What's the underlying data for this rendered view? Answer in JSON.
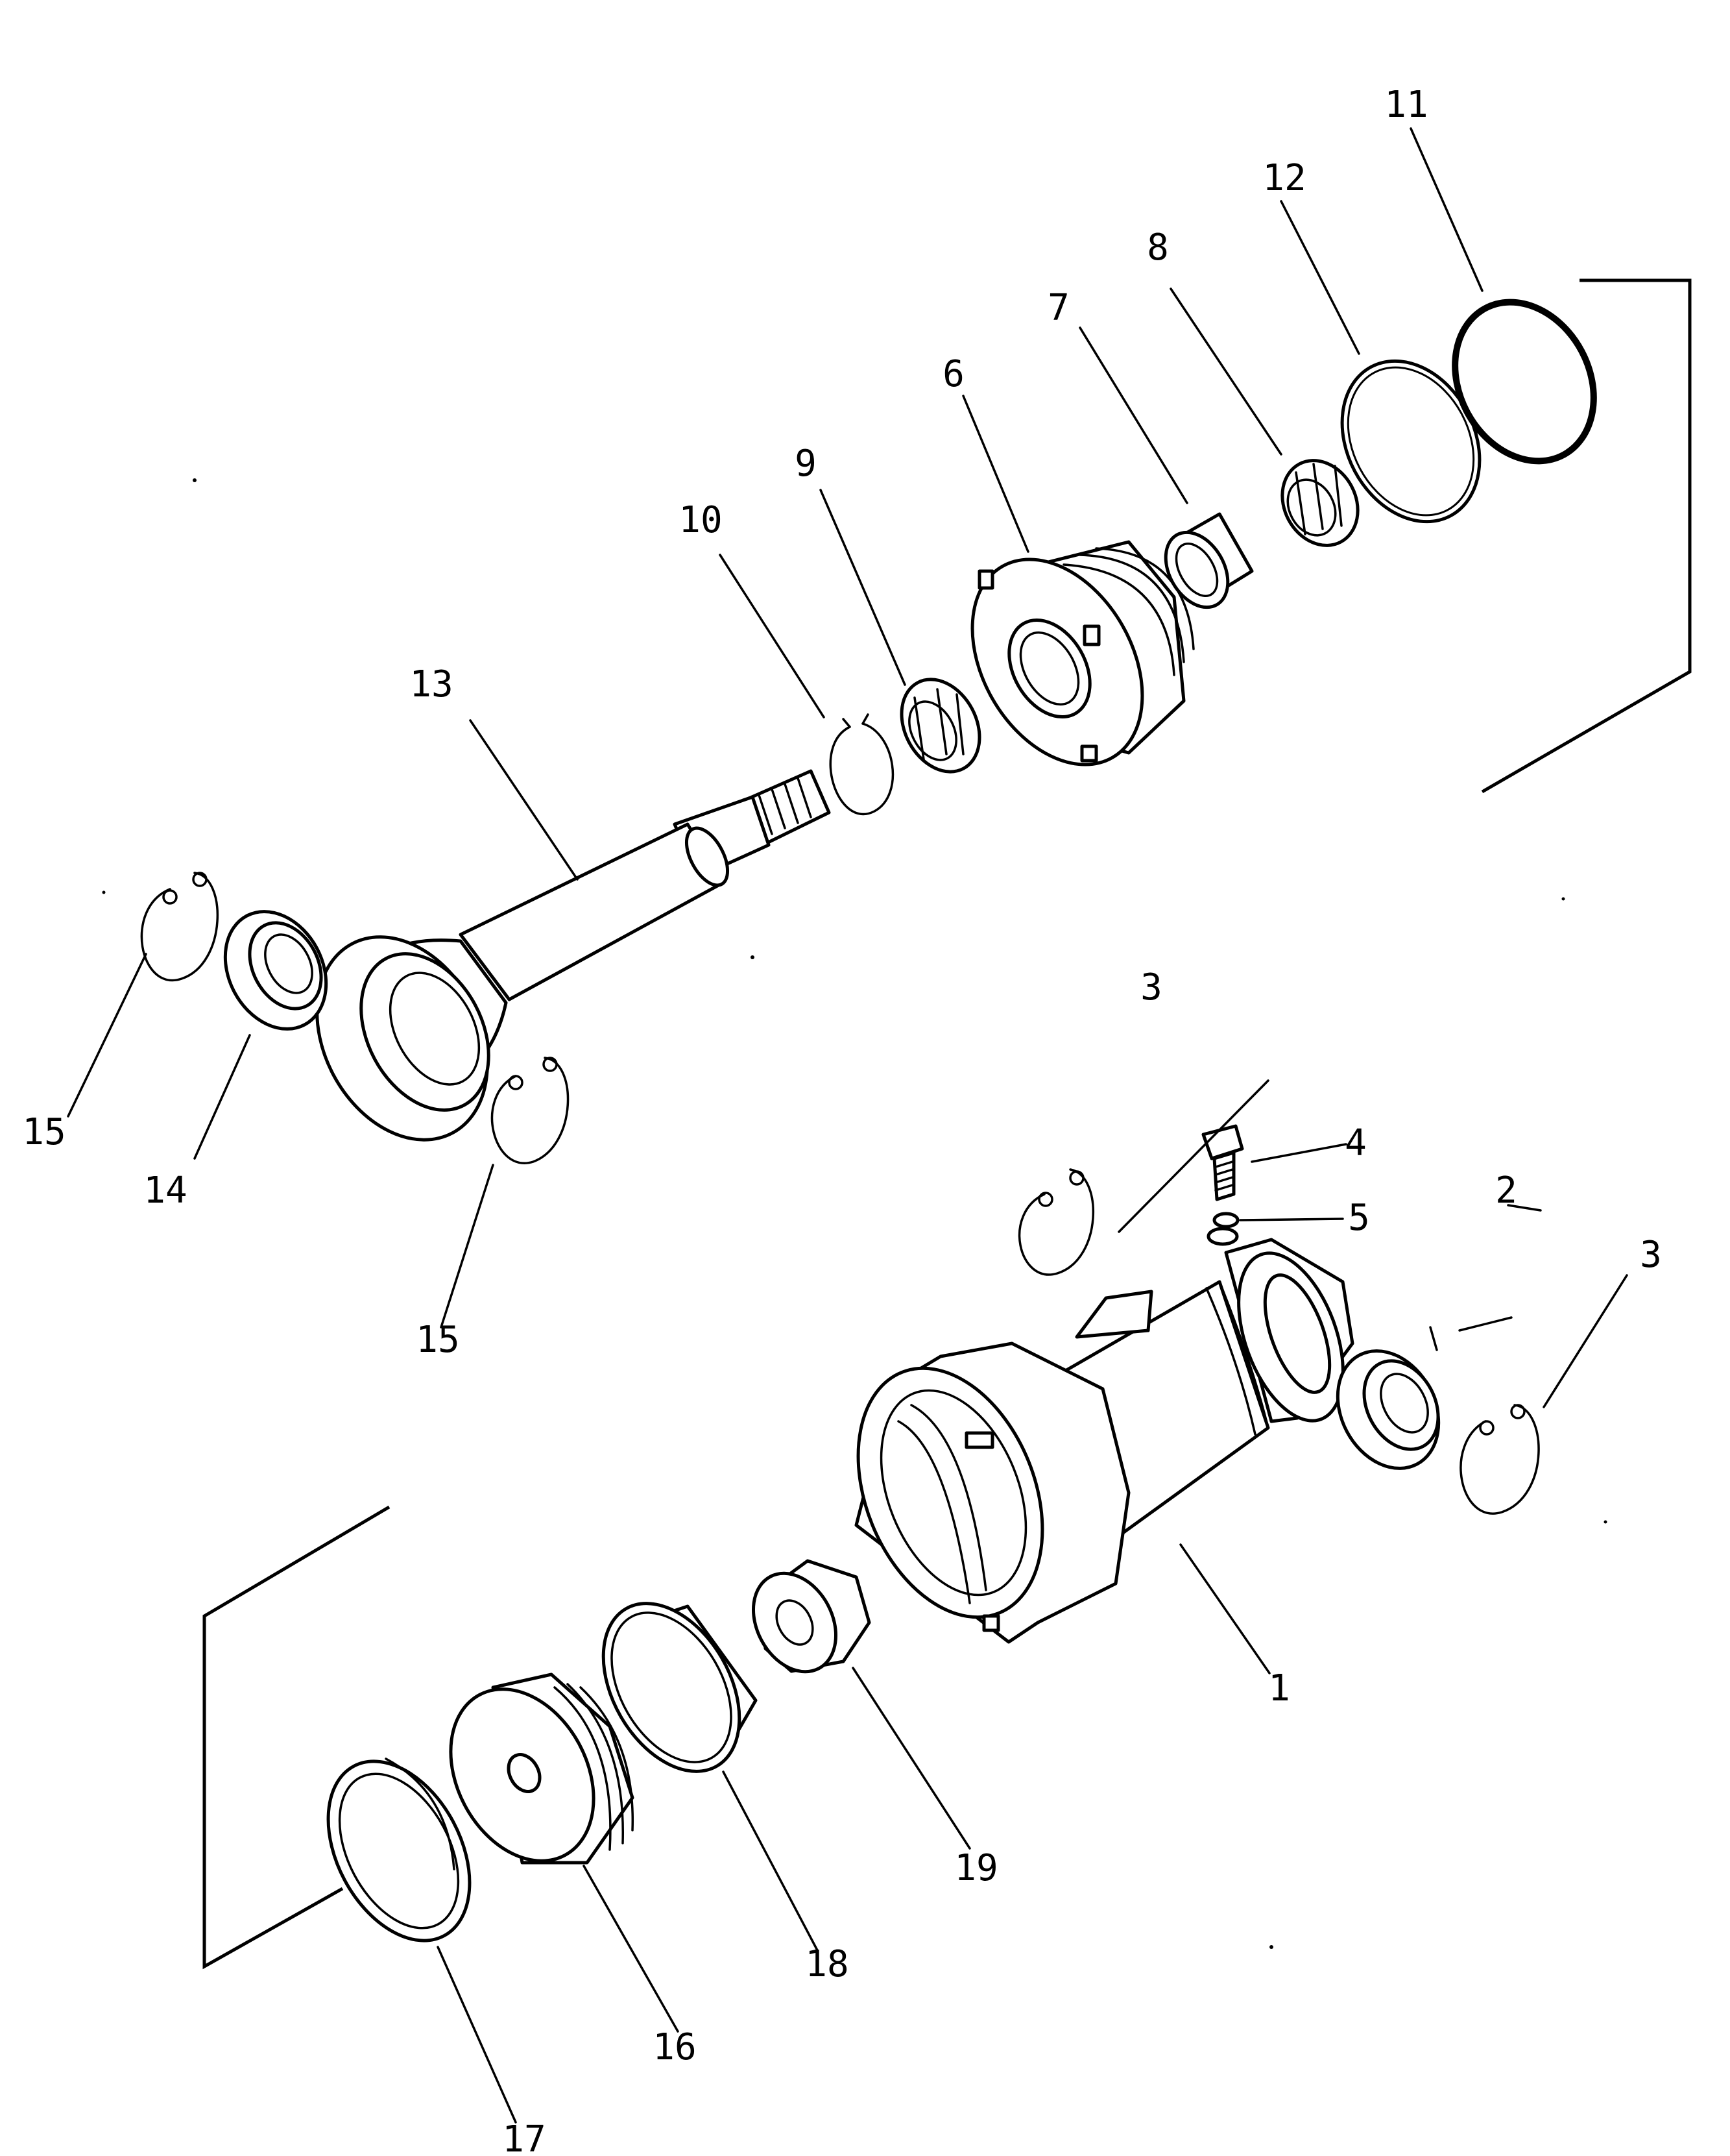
{
  "callouts": {
    "p1": "1",
    "p2": "2",
    "p3a": "3",
    "p3b": "3",
    "p4": "4",
    "p5": "5",
    "p6": "6",
    "p7": "7",
    "p8": "8",
    "p9": "9",
    "p10": "10",
    "p11": "11",
    "p12": "12",
    "p13": "13",
    "p14": "14",
    "p15a": "15",
    "p15b": "15",
    "p16": "16",
    "p17": "17",
    "p18": "18",
    "p19": "19"
  },
  "colors": {
    "ink": "#000000",
    "paper": "#ffffff"
  }
}
